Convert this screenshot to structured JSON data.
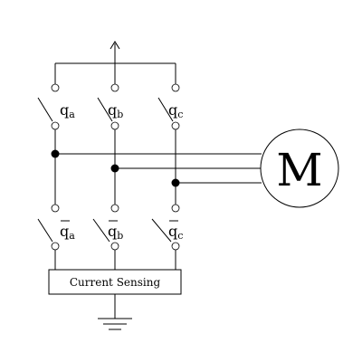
{
  "switches_top": [
    {
      "letter": "q",
      "sub": "a"
    },
    {
      "letter": "q",
      "sub": "b"
    },
    {
      "letter": "q",
      "sub": "c"
    }
  ],
  "switches_bottom": [
    {
      "letter": "q",
      "sub": "a",
      "overbar": true
    },
    {
      "letter": "q",
      "sub": "b",
      "overbar": true
    },
    {
      "letter": "q",
      "sub": "c",
      "overbar": true
    }
  ],
  "motor_label": "M",
  "current_sensing_label": "Current Sensing"
}
